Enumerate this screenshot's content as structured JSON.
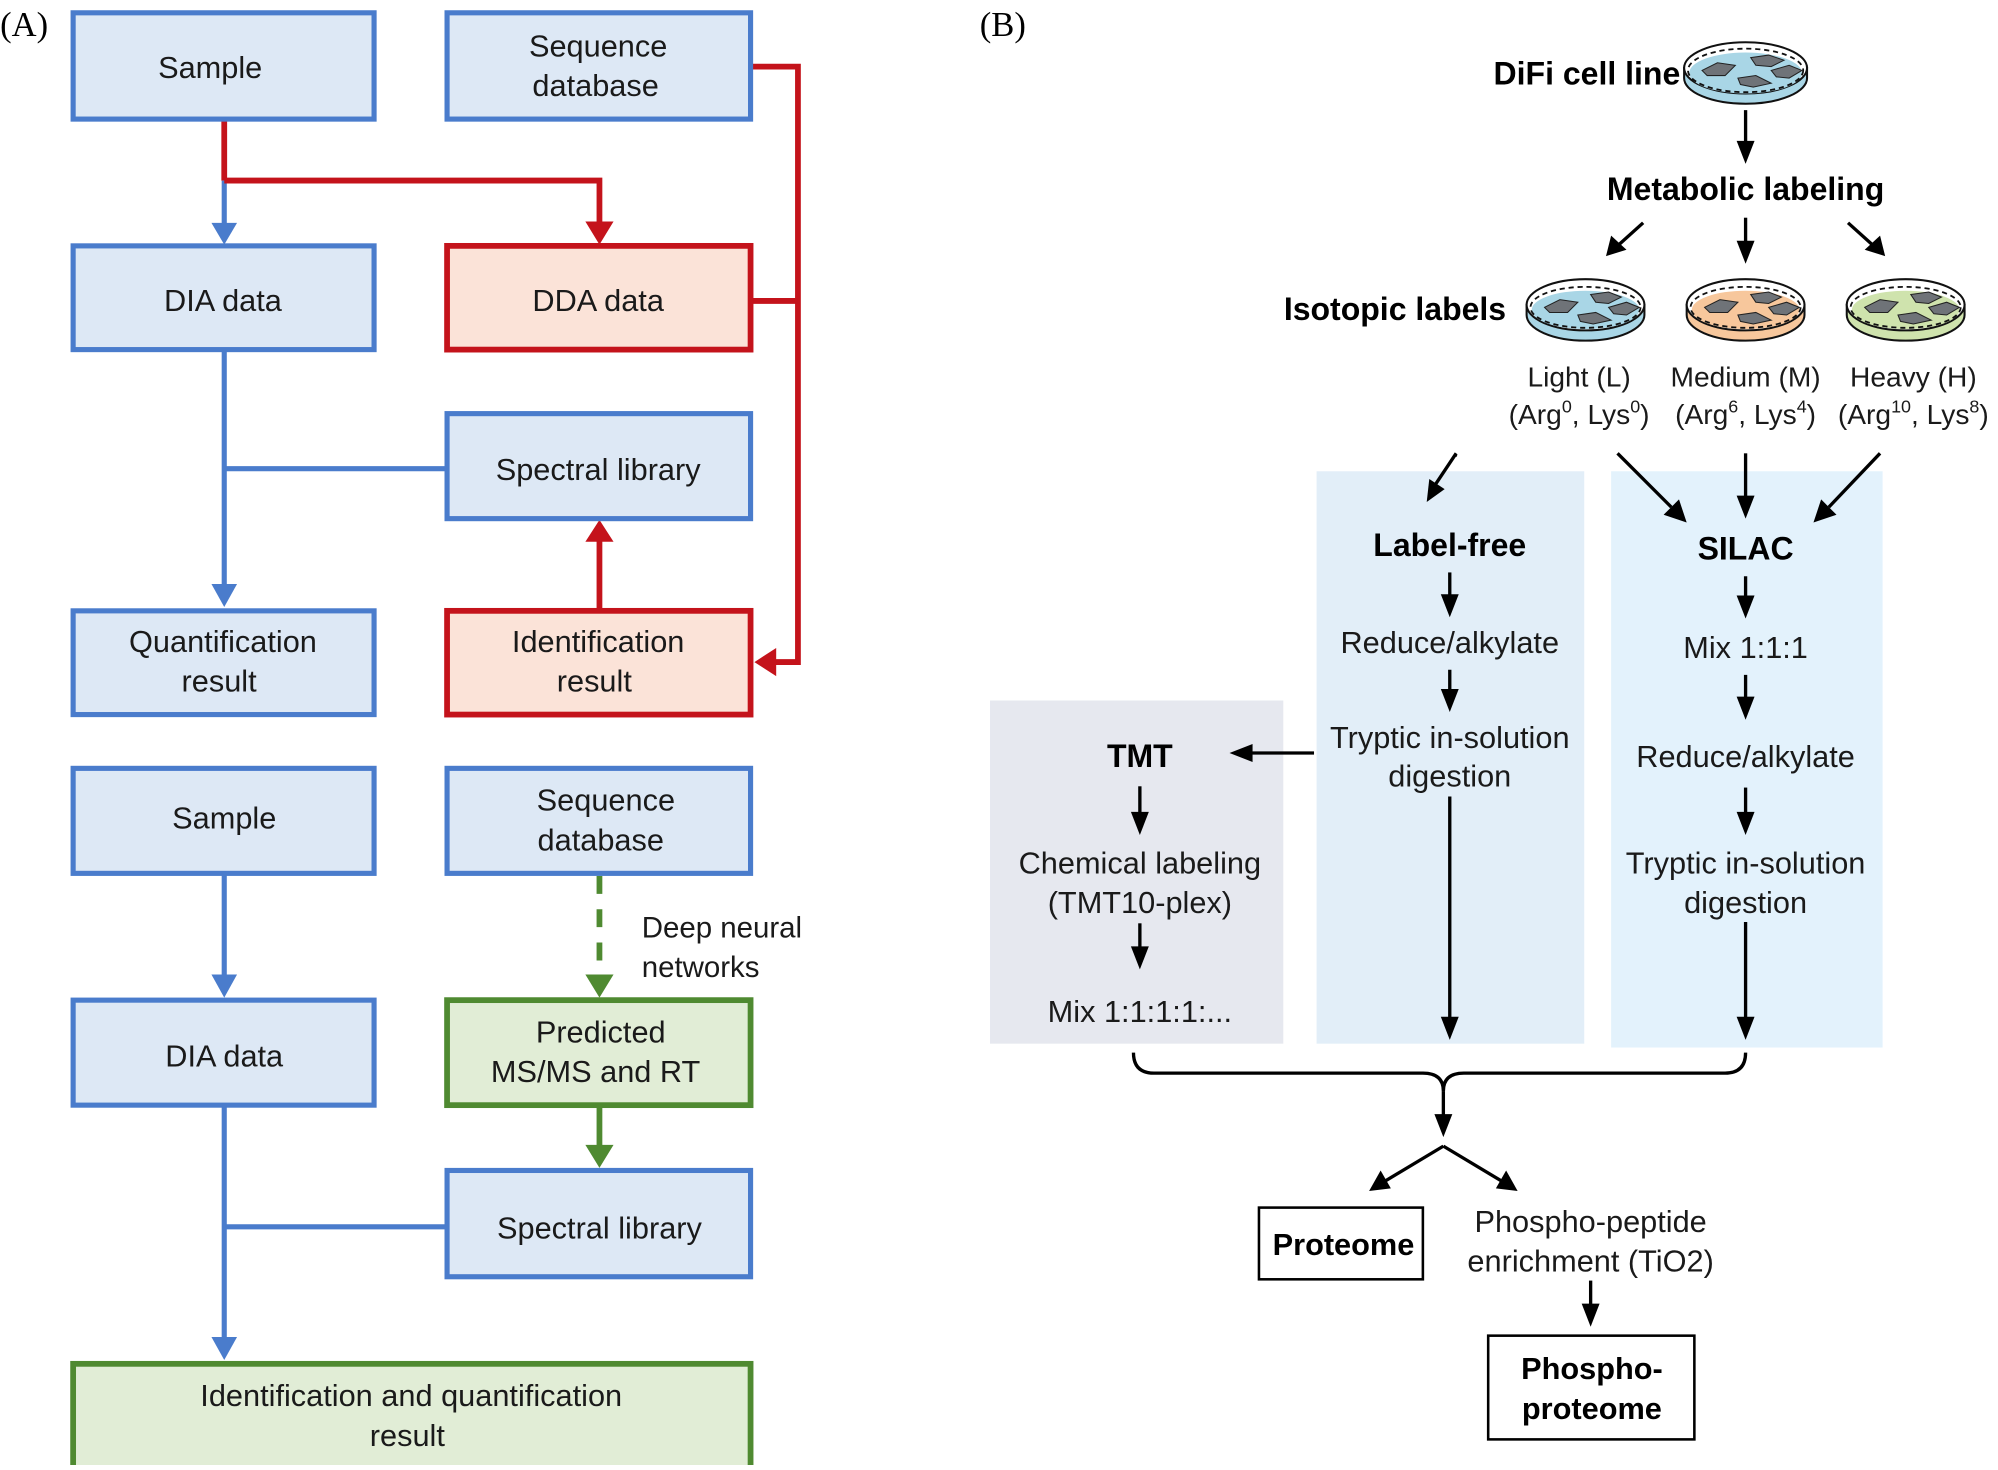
{
  "panel_a": {
    "label": "(A)",
    "top": {
      "sample": "Sample",
      "sequence_database": [
        "Sequence",
        "database"
      ],
      "dia_data": "DIA data",
      "dda_data": "DDA data",
      "spectral_library": "Spectral library",
      "quantification_result": [
        "Quantification",
        "result"
      ],
      "identification_result": [
        "Identification",
        "result"
      ]
    },
    "bottom": {
      "sample": "Sample",
      "sequence_database": [
        "Sequence",
        "database"
      ],
      "deep_neural_networks": [
        "Deep neural",
        "networks"
      ],
      "dia_data": "DIA data",
      "predicted": [
        "Predicted",
        "MS/MS and RT"
      ],
      "spectral_library": "Spectral library",
      "id_quant_result": [
        "Identification and quantification",
        "result"
      ]
    },
    "colors": {
      "blue_path": "#4a7ccc",
      "blue_fill": "#dde8f5",
      "red_path": "#c4131b",
      "red_fill": "#fbe3d8",
      "green_path": "#4f8a31",
      "green_fill": "#e1edd6"
    }
  },
  "panel_b": {
    "label": "(B)",
    "cell_line": "DiFi cell line",
    "metabolic_labeling": "Metabolic labeling",
    "isotopic_labels": "Isotopic labels",
    "labels": [
      {
        "name": "Light (L)",
        "arg": "0",
        "lys": "0",
        "dish_color": "#a9d6e6"
      },
      {
        "name": "Medium (M)",
        "arg": "6",
        "lys": "4",
        "dish_color": "#f7c79c"
      },
      {
        "name": "Heavy (H)",
        "arg": "10",
        "lys": "8",
        "dish_color": "#cfe3ad"
      }
    ],
    "arg_prefix": "(Arg",
    "lys_prefix": ", Lys",
    "close_paren": ")",
    "label_free": {
      "title": "Label-free",
      "steps": [
        "Reduce/alkylate",
        "Tryptic in-solution",
        "digestion"
      ]
    },
    "silac": {
      "title": "SILAC",
      "steps": [
        "Mix 1:1:1",
        "Reduce/alkylate",
        "Tryptic in-solution",
        "digestion"
      ]
    },
    "tmt": {
      "title": "TMT",
      "steps": [
        "Chemical labeling",
        "(TMT10-plex)",
        "Mix 1:1:1:1:..."
      ]
    },
    "proteome": "Proteome",
    "enrichment": [
      "Phospho-peptide",
      "enrichment (TiO2)"
    ],
    "phosphoproteome": [
      "Phospho-",
      "proteome"
    ],
    "colors": {
      "tmt_panel": "#e6e8ef",
      "label_free_panel": "#e2eef8",
      "silac_panel": "#e3f2fc",
      "cell_dish": "#a9d6e6"
    }
  }
}
